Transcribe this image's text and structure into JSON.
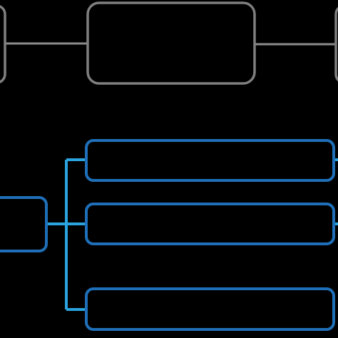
{
  "diagram": {
    "background": "#000000",
    "colors": {
      "gray_node_stroke": "#7f7f7f",
      "gray_connector": "#8c8c8c",
      "blue_node_stroke": "#1f6fb8",
      "blue_connector": "#2aa3df"
    },
    "top_row": {
      "nodes": [
        {
          "id": "top-left-node",
          "label": ""
        },
        {
          "id": "top-center-node",
          "label": ""
        },
        {
          "id": "top-right-node",
          "label": ""
        }
      ]
    },
    "tree": {
      "root": {
        "id": "root-node",
        "label": ""
      },
      "children": [
        {
          "id": "child-node-1",
          "label": ""
        },
        {
          "id": "child-node-2",
          "label": ""
        },
        {
          "id": "child-node-3",
          "label": ""
        }
      ]
    }
  }
}
